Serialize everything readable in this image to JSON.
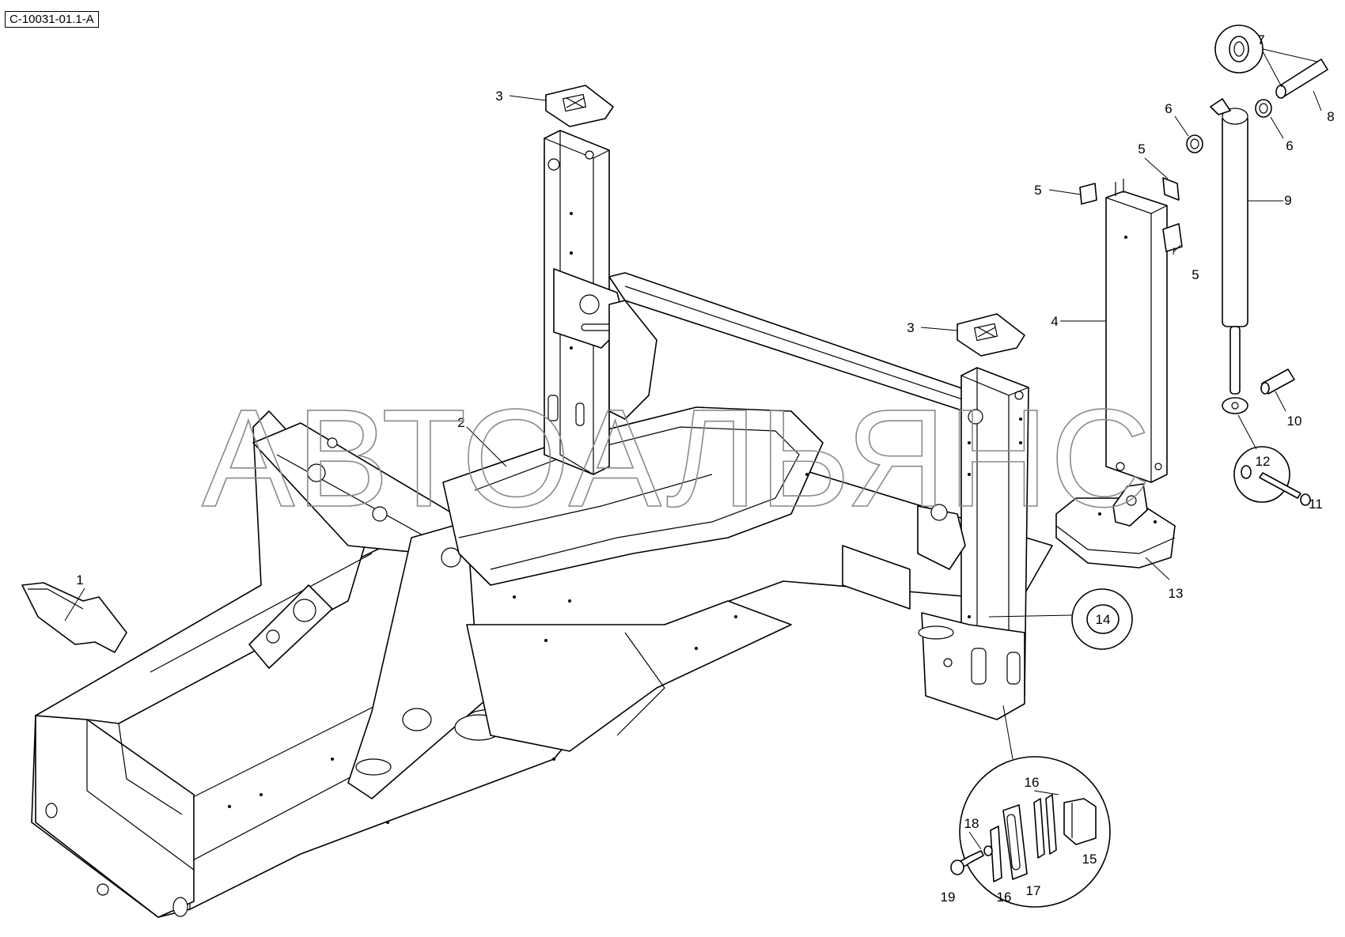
{
  "diagram_code": "C-10031-01.1-A",
  "watermark": "АВТОАЛЬЯНС",
  "callouts": [
    {
      "id": "c1",
      "label": "1"
    },
    {
      "id": "c2",
      "label": "2"
    },
    {
      "id": "c3a",
      "label": "3"
    },
    {
      "id": "c3b",
      "label": "3"
    },
    {
      "id": "c4",
      "label": "4"
    },
    {
      "id": "c5a",
      "label": "5"
    },
    {
      "id": "c5b",
      "label": "5"
    },
    {
      "id": "c5c",
      "label": "5"
    },
    {
      "id": "c6a",
      "label": "6"
    },
    {
      "id": "c6b",
      "label": "6"
    },
    {
      "id": "c7",
      "label": "7"
    },
    {
      "id": "c8",
      "label": "8"
    },
    {
      "id": "c9",
      "label": "9"
    },
    {
      "id": "c10",
      "label": "10"
    },
    {
      "id": "c11",
      "label": "11"
    },
    {
      "id": "c12",
      "label": "12"
    },
    {
      "id": "c13",
      "label": "13"
    },
    {
      "id": "c14",
      "label": "14"
    },
    {
      "id": "c15",
      "label": "15"
    },
    {
      "id": "c16a",
      "label": "16"
    },
    {
      "id": "c16b",
      "label": "16"
    },
    {
      "id": "c17",
      "label": "17"
    },
    {
      "id": "c18",
      "label": "18"
    },
    {
      "id": "c19",
      "label": "19"
    }
  ]
}
